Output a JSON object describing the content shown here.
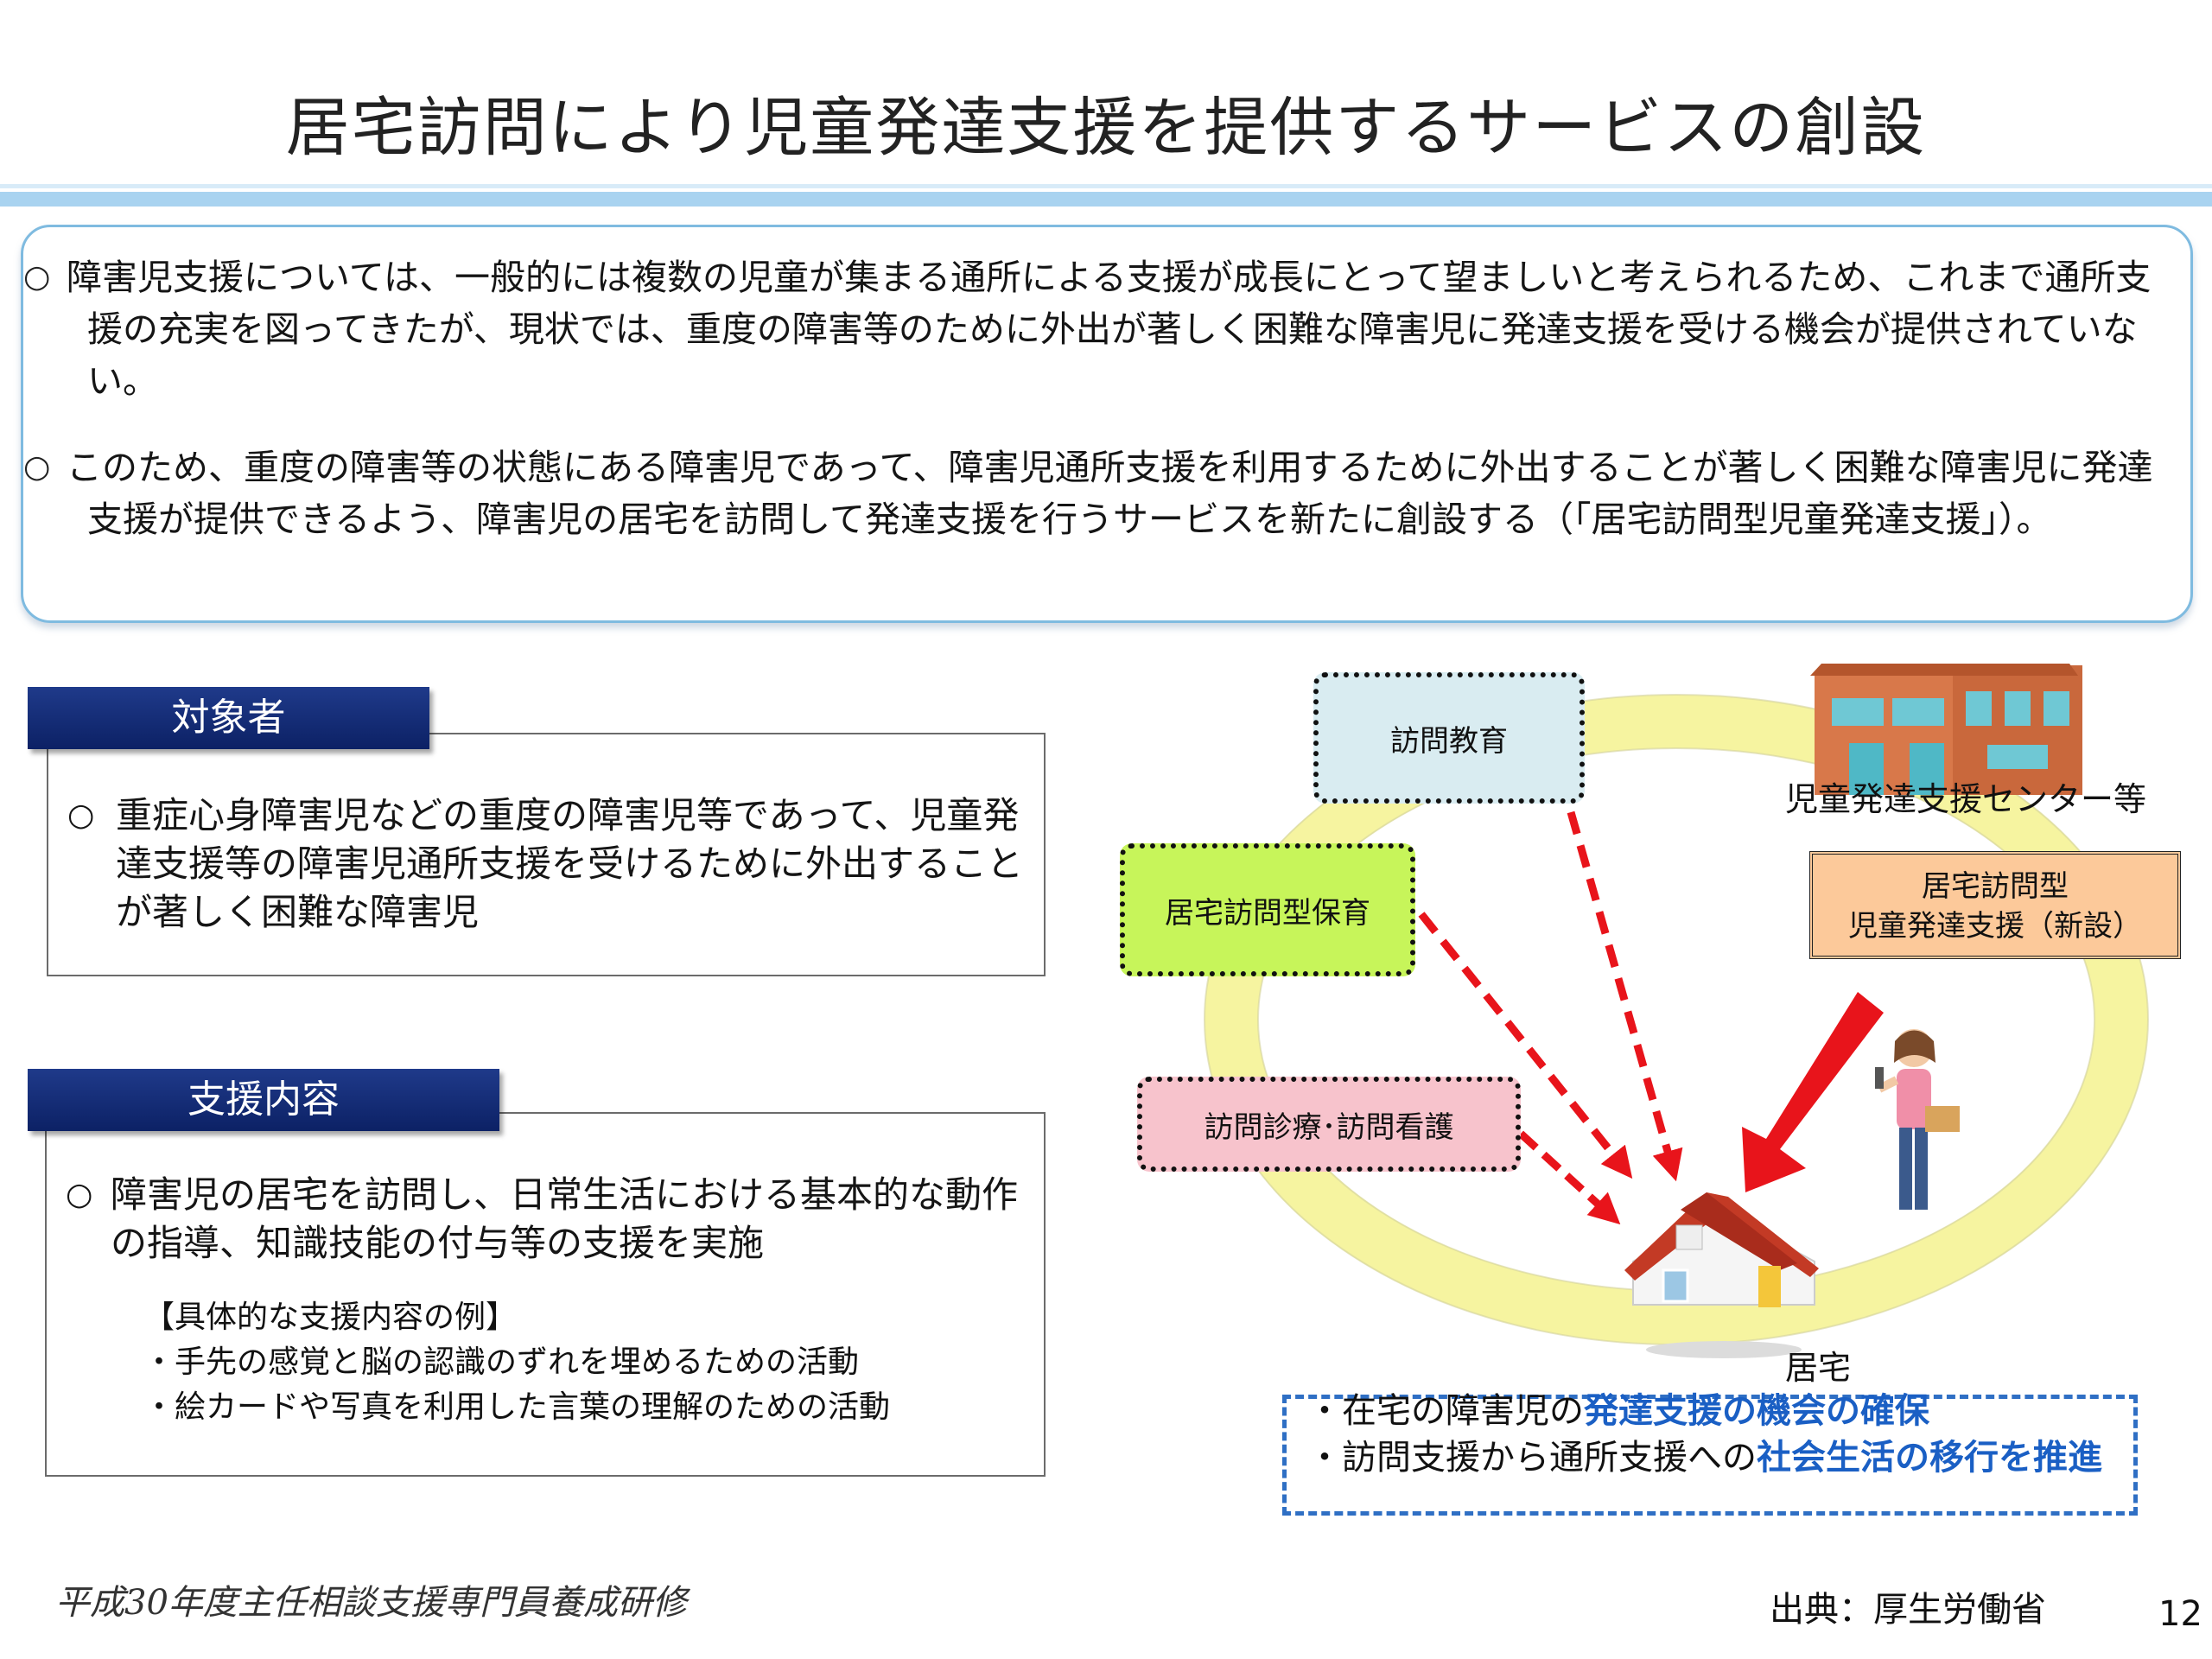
{
  "title": "居宅訪問により児童発達支援を提供するサービスの創設",
  "intro": {
    "bullet_symbol": "○",
    "p1": "障害児支援については、一般的には複数の児童が集まる通所による支援が成長にとって望ましいと考えられるため、これまで通所支援の充実を図ってきたが、現状では、重度の障害等のために外出が著しく困難な障害児に発達支援を受ける機会が提供されていない。",
    "p2": "このため、重度の障害等の状態にある障害児であって、障害児通所支援を利用するために外出することが著しく困難な障害児に発達支援が提供できるよう、障害児の居宅を訪問して発達支援を行うサービスを新たに創設する（「居宅訪問型児童発達支援」）。"
  },
  "target": {
    "header": "対象者",
    "text": "重症心身障害児などの重度の障害児等であって、児童発達支援等の障害児通所支援を受けるために外出することが著しく困難な障害児"
  },
  "support": {
    "header": "支援内容",
    "text": "障害児の居宅を訪問し、日常生活における基本的な動作の指導、知識技能の付与等の支援を実施",
    "examples_title": "【具体的な支援内容の例】",
    "examples": [
      "・手先の感覚と脳の認識のずれを埋めるための活動",
      "・絵カードや写真を利用した言葉の理解のための活動"
    ]
  },
  "diagram": {
    "visiting_education": "訪問教育",
    "home_nursery": "居宅訪問型保育",
    "home_medical": "訪問診療･訪問看護",
    "center_label": "児童発達支援センター等",
    "new_service_line1": "居宅訪問型",
    "new_service_line2": "児童発達支援（新設）",
    "home_label": "居宅",
    "benefit1_prefix": "・在宅の障害児の",
    "benefit1_highlight": "発達支援の機会の確保",
    "benefit2_prefix": "・訪問支援から通所支援への",
    "benefit2_highlight": "社会生活の移行を推進"
  },
  "footer_note": "平成30年度主任相談支援専門員養成研修",
  "source": "出典：厚生労働省",
  "page_number": "12",
  "colors": {
    "header_navy": "#0c2165",
    "intro_border": "#7fbbe0",
    "ring": "#f6f4a0",
    "arrow_red": "#e8141b",
    "edu_fill": "#d9ecf1",
    "nursery_fill": "#c7f55a",
    "medical_fill": "#f7c3cc",
    "new_service_fill": "#fcc99a",
    "benefit_blue": "#1a5fc4",
    "benefit_border": "#2f6fc4"
  }
}
